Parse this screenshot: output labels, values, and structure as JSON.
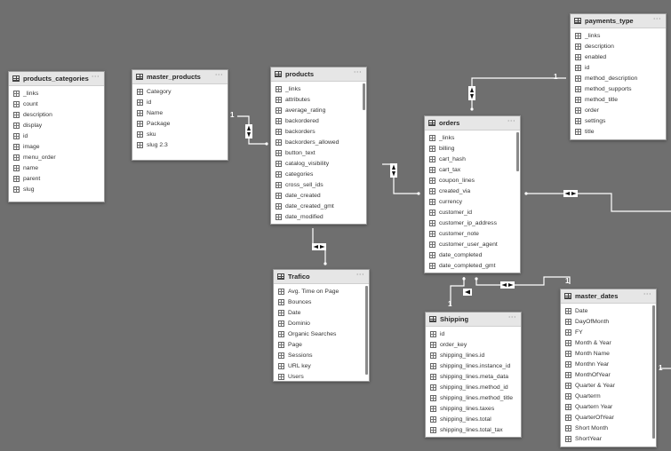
{
  "canvas": {
    "background": "#6f6f6f"
  },
  "colors": {
    "header_bg": "#e6e6e6",
    "card_bg": "#ffffff",
    "line": "#ffffff"
  },
  "tables": [
    {
      "id": "products_categories",
      "title": "products_categories",
      "menu": "···",
      "fields": [
        "_links",
        "count",
        "description",
        "display",
        "id",
        "image",
        "menu_order",
        "name",
        "parent",
        "slug"
      ]
    },
    {
      "id": "master_products",
      "title": "master_products",
      "menu": "···",
      "fields": [
        "Category",
        "id",
        "Name",
        "Package",
        "sku",
        "slug 2.3"
      ]
    },
    {
      "id": "products",
      "title": "products",
      "menu": "···",
      "fields": [
        "_links",
        "attributes",
        "average_rating",
        "backordered",
        "backorders",
        "backorders_allowed",
        "button_text",
        "catalog_visibility",
        "categories",
        "cross_sell_ids",
        "date_created",
        "date_created_gmt",
        "date_modified"
      ]
    },
    {
      "id": "orders",
      "title": "orders",
      "menu": "···",
      "fields": [
        "_links",
        "billing",
        "cart_hash",
        "cart_tax",
        "coupon_lines",
        "created_via",
        "currency",
        "customer_id",
        "customer_ip_address",
        "customer_note",
        "customer_user_agent",
        "date_completed",
        "date_completed_gmt"
      ]
    },
    {
      "id": "payments_type",
      "title": "payments_type",
      "menu": "···",
      "fields": [
        "_links",
        "description",
        "enabled",
        "id",
        "method_description",
        "method_supports",
        "method_title",
        "order",
        "settings",
        "title"
      ]
    },
    {
      "id": "trafico",
      "title": "Trafico",
      "menu": "···",
      "fields": [
        "Avg. Time on Page",
        "Bounces",
        "Date",
        "Dominio",
        "Organic Searches",
        "Page",
        "Sessions",
        "URL key",
        "Users"
      ]
    },
    {
      "id": "shipping",
      "title": "Shipping",
      "menu": "···",
      "fields": [
        "id",
        "order_key",
        "shipping_lines.id",
        "shipping_lines.instance_id",
        "shipping_lines.meta_data",
        "shipping_lines.method_id",
        "shipping_lines.method_title",
        "shipping_lines.taxes",
        "shipping_lines.total",
        "shipping_lines.total_tax"
      ]
    },
    {
      "id": "master_dates",
      "title": "master_dates",
      "menu": "···",
      "fields": [
        "Date",
        "DayOfMonth",
        "FY",
        "Month & Year",
        "Month Name",
        "Monthn Year",
        "MonthOfYear",
        "Quarter & Year",
        "Quarterm",
        "Quartern Year",
        "QuarterOfYear",
        "Short Month",
        "ShortYear"
      ]
    }
  ],
  "relationships": {
    "master_products_products": {
      "one": "1"
    },
    "products_orders": {
      "many": "*"
    },
    "products_trafico": {
      "many": "*"
    },
    "orders_payments": {
      "many": "*",
      "one": "1"
    },
    "orders_right": {
      "many": "*"
    },
    "orders_shipping": {
      "many": "*",
      "one": "1"
    },
    "orders_dates": {
      "one": "1"
    },
    "dates_right": {
      "one": "1"
    }
  }
}
